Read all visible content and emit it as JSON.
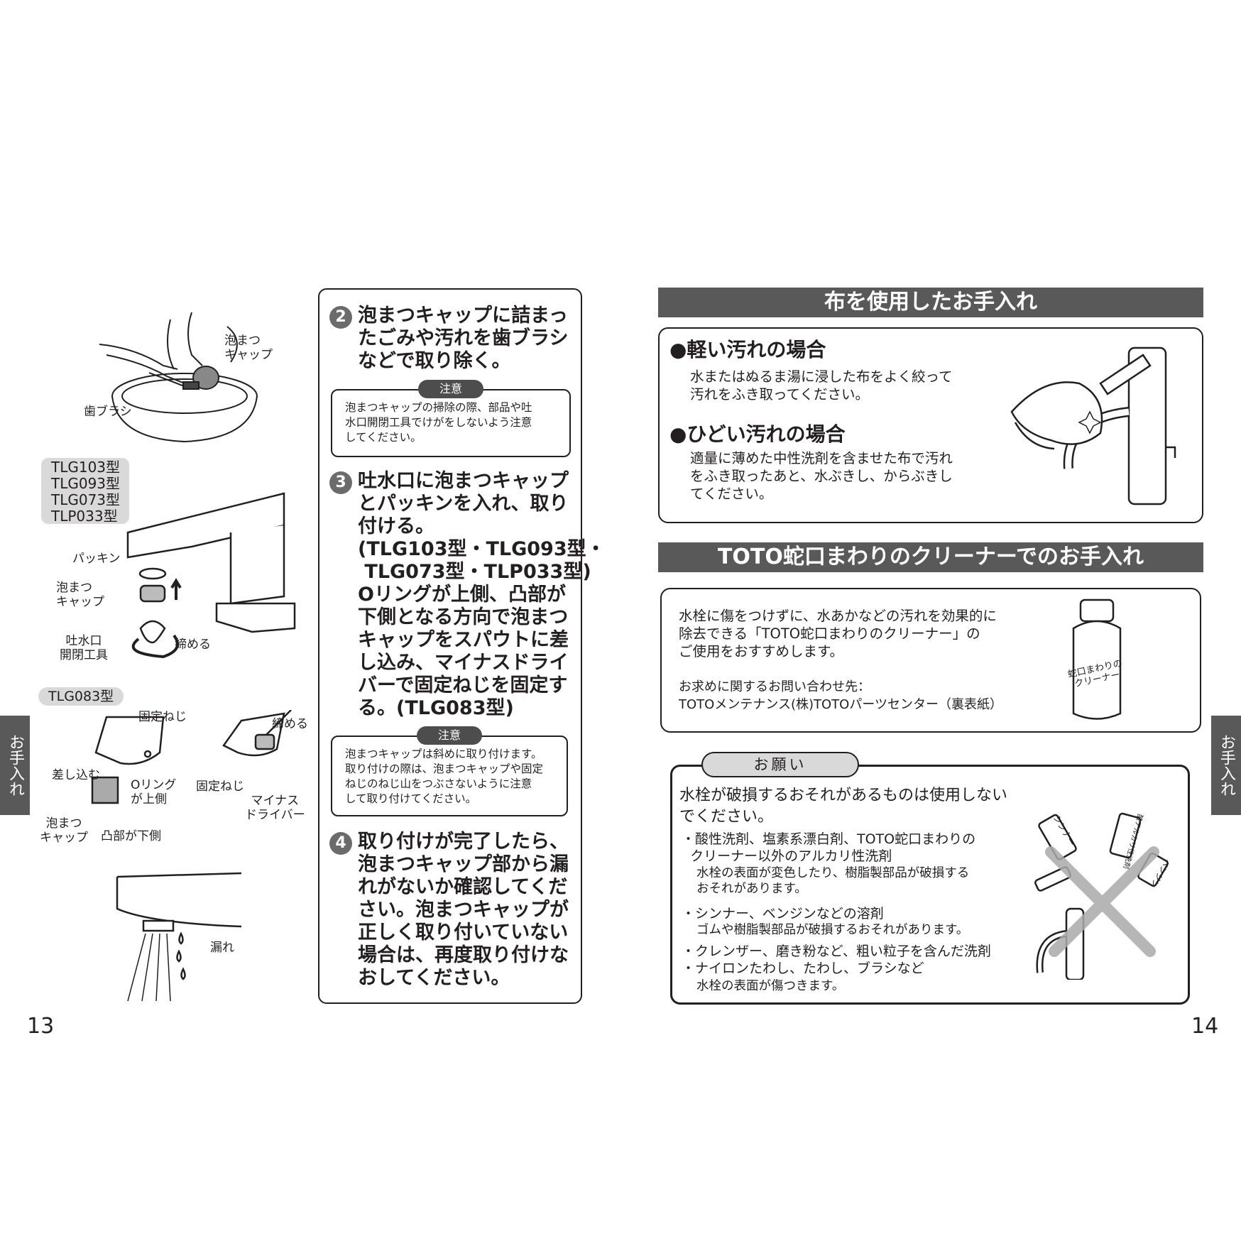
{
  "left_page": {
    "page_number": "13",
    "side_tab": "お手入れ",
    "fig1": {
      "cap_label": "泡まつ\nキャップ",
      "brush_label": "歯ブラシ"
    },
    "fig2": {
      "models": "TLG103型\nTLG093型\nTLG073型\nTLP033型",
      "packing": "パッキン",
      "cap": "泡まつ\nキャップ",
      "tool": "吐水口\n開閉工具",
      "tighten": "締める"
    },
    "fig3": {
      "model": "TLG083型",
      "screw": "固定ねじ",
      "insert": "差し込む",
      "oring": "Oリング\nが上側",
      "cap": "泡まつ\nキャップ",
      "convex": "凸部が下側",
      "tighten": "締める",
      "screw2": "固定ねじ",
      "driver": "マイナス\nドライバー"
    },
    "fig4": {
      "leak": "漏れ"
    }
  },
  "steps": [
    {
      "num": "2",
      "text": "泡まつキャップに詰まっ\nたごみや汚れを歯ブラシ\nなどで取り除く。"
    },
    {
      "num": "3",
      "text": "吐水口に泡まつキャップ\nとパッキンを入れ、取り\n付ける。\n(TLG103型・TLG093型・\n TLG073型・TLP033型)\nOリングが上側、凸部が\n下側となる方向で泡まつ\nキャップをスパウトに差\nし込み、マイナスドライ\nバーで固定ねじを固定す\nる。(TLG083型)"
    },
    {
      "num": "4",
      "text": "取り付けが完了したら、\n泡まつキャップ部から漏\nれがないか確認してくだ\nさい。泡まつキャップが\n正しく取り付いていない\n場合は、再度取り付けな\nおしてください。"
    }
  ],
  "notes": [
    {
      "tag": "注意",
      "text": "泡まつキャップの掃除の際、部品や吐\n水口開閉工具でけがをしないよう注意\nしてください。"
    },
    {
      "tag": "注意",
      "text": "泡まつキャップは斜めに取り付けます。\n取り付けの際は、泡まつキャップや固定\nねじのねじ山をつぶさないように注意\nして取り付けてください。"
    }
  ],
  "right_page": {
    "page_number": "14",
    "side_tab": "お手入れ",
    "section1": {
      "title": "布を使用したお手入れ",
      "light_heading": "●軽い汚れの場合",
      "light_text": "水またはぬるま湯に浸した布をよく絞って\n汚れをふき取ってください。",
      "heavy_heading": "●ひどい汚れの場合",
      "heavy_text": "適量に薄めた中性洗剤を含ませた布で汚れ\nをふき取ったあと、水ぶきし、からぶきし\nてください。"
    },
    "section2": {
      "title": "TOTO蛇口まわりのクリーナーでのお手入れ",
      "text": "水栓に傷をつけずに、水あかなどの汚れを効果的に\n除去できる「TOTO蛇口まわりのクリーナー」の\nご使用をおすすめします。",
      "contact_label": "お求めに関するお問い合わせ先：",
      "contact": "TOTOメンテナンス(株)TOTOパーツセンター（裏表紙）",
      "bottle_label": "蛇口まわりの\nクリーナー"
    },
    "request": {
      "tag": "お願い",
      "heading": "水栓が破損するおそれがあるものは使用しない\nでください。",
      "items": [
        {
          "main": "・酸性洗剤、塩素系漂白剤、TOTO蛇口まわりの\n  クリーナー以外のアルカリ性洗剤",
          "sub": "水栓の表面が変色したり、樹脂製部品が破損する\nおそれがあります。"
        },
        {
          "main": "・シンナー、ベンジンなどの溶剤",
          "sub": "ゴムや樹脂製部品が破損するおそれがあります。"
        },
        {
          "main": "・クレンザー、磨き粉など、粗い粒子を含んだ洗剤\n・ナイロンたわし、たわし、ブラシなど",
          "sub": "水栓の表面が傷つきます。"
        }
      ],
      "bottle1": "シンナー",
      "bottle2": "酸アルカリ性洗剤",
      "bottle3": "ベンジン"
    }
  }
}
